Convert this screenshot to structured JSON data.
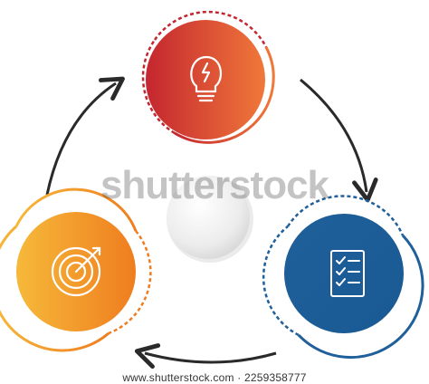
{
  "diagram": {
    "type": "three-step-cycle",
    "steps": [
      {
        "icon": "lightbulb-icon",
        "color_from": "#c4262f",
        "color_to": "#f0783a"
      },
      {
        "icon": "checklist-icon",
        "color_from": "#1f5f9a",
        "color_to": "#1f5f9a"
      },
      {
        "icon": "target-icon",
        "color_from": "#f6b93a",
        "color_to": "#ef7d1f"
      }
    ],
    "arrow_color": "#2a2a2a",
    "center_color": "#eeeeee"
  },
  "watermark": {
    "text": "shutterstock"
  },
  "footer": {
    "text": "www.shutterstock.com · 2259358777"
  }
}
